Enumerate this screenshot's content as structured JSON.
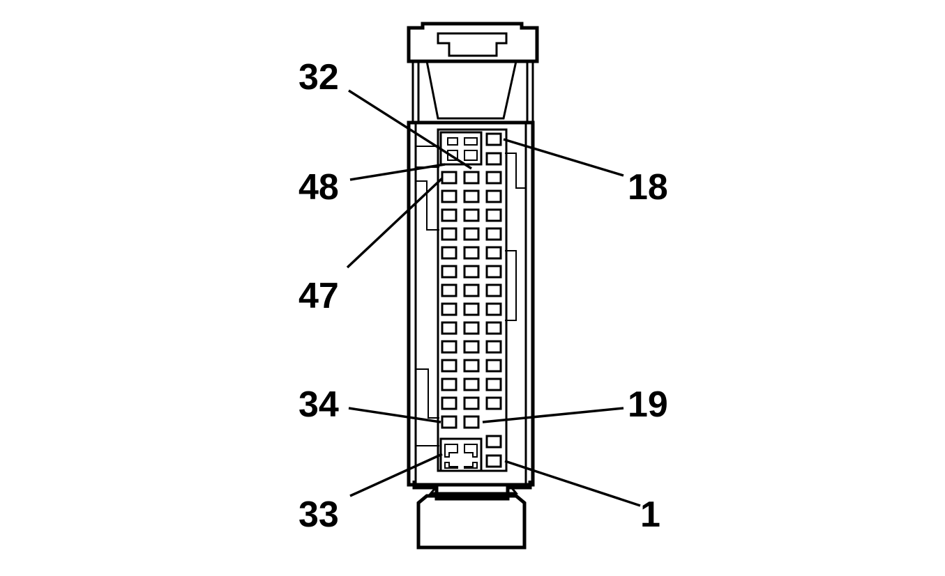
{
  "diagram": {
    "pin_labels": {
      "p32": "32",
      "p48": "48",
      "p47": "47",
      "p34": "34",
      "p33": "33",
      "p18": "18",
      "p19": "19",
      "p1": "1"
    },
    "line_color": "#000000",
    "background_color": "#ffffff"
  }
}
